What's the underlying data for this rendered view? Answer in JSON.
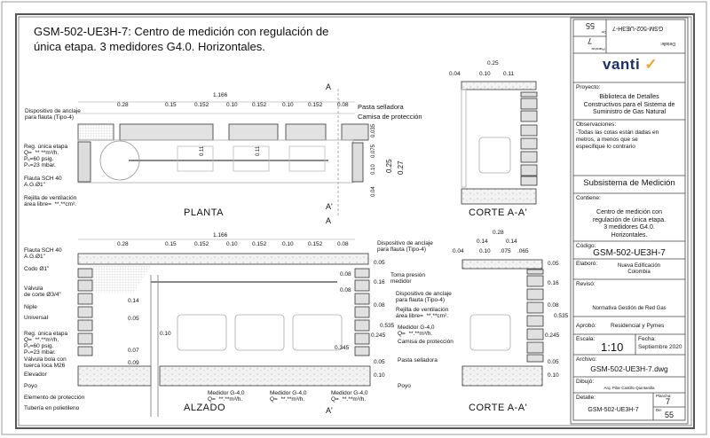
{
  "title": {
    "line1": "GSM-502-UE3H-7: Centro de medición con regulación de",
    "line2": "única etapa. 3 medidores G4.0.  Horizontales."
  },
  "views": {
    "planta": "PLANTA",
    "alzado": "ALZADO",
    "corte_top": "CORTE A-A'",
    "corte_bottom": "CORTE A-A'",
    "section_a": "A",
    "section_a_prime": "A'"
  },
  "planta": {
    "total": "1.166",
    "dims": [
      "0.28",
      "0.15",
      "0.152",
      "0.10",
      "0.152",
      "0.10",
      "0.152",
      "0.08"
    ],
    "inner_dims": [
      "0.11",
      "0.11"
    ],
    "right_dims": [
      "0.035",
      "0.075",
      "0.10",
      "0.04",
      "0.25",
      "0.27"
    ],
    "labels": {
      "anclaje": "Dispositivo de anclaje\npara flauta (Tipo-4)",
      "reg": "Reg. única etapa\nQ=  ** **m³/h.\nPₑ=60 psig.\nPₛ=23 mbar.",
      "flauta": "Flauta SCH 40\nA.G.Ø1\"",
      "rejilla": "Rejilla de ventilación\nárea libre=  **.**cm².",
      "pasta": "Pasta selladora",
      "camisa": "Camisa de protección"
    }
  },
  "alzado": {
    "total": "1.166",
    "dims": [
      "0.28",
      "0.15",
      "0.152",
      "0.10",
      "0.152",
      "0.10",
      "0.152",
      "0.08"
    ],
    "left_dims": [
      "0.14",
      "0.05",
      "0.10",
      "0.07",
      "0.09"
    ],
    "right_dims": [
      "0.05",
      "0.16",
      "0.08",
      "0.535",
      "0.245",
      "0.05",
      "0.10"
    ],
    "inner_dims": [
      "0.08",
      "0.08",
      "0.345"
    ],
    "left_labels": [
      "Flauta SCH 40\nA.G.Ø1\"",
      "Codo Ø1\"",
      "Válvula\nde corte Ø3/4\"",
      "Niple",
      "Universal",
      "Reg. única etapa\nQ=  **.**m³/h.\nPₑ=60 psig.\nPₛ=23 mbar.",
      "Válvula bola con\ntuerca loca M26",
      "Elevador",
      "Poyo",
      "Elemento de protección",
      "Tubería en polietileno"
    ],
    "right_labels": {
      "anclaje_top": "Dispositivo de anclaje\npara flauta (Tipo-4)",
      "toma": "Toma presión\nmedidor",
      "anclaje": "Dispositivo de anclaje\npara flauta (Tipo-4)",
      "rejilla": "Rejilla de ventilación\nárea libre=  **.**cm².",
      "medidor": "Medidor G-4,0\nQ=  **.**m³/h.",
      "camisa": "Camisa de protección",
      "pasta": "Pasta selladora",
      "poyo": "Poyo"
    },
    "meters": [
      "Medidor G-4,0\nQ=  **.**m³/h.",
      "Medidor G-4,0\nQ=  **.**m³/h.",
      "Medidor G-4,0\nQ=  **.**m³/h."
    ]
  },
  "corte_top": {
    "total": "0.25",
    "dims": [
      "0.04",
      "0.10",
      "0.11"
    ]
  },
  "corte_bottom": {
    "total": "0.28",
    "dims_half": [
      "0.14",
      "0.14"
    ],
    "dims": [
      "0.04",
      "0.10",
      ".075",
      ".065"
    ],
    "right_dims": [
      "0.05",
      "0.16",
      "0.08",
      "0.535",
      "0.245",
      "0.05",
      "0.10"
    ]
  },
  "title_block": {
    "top": {
      "de_label": "De:",
      "de": "55",
      "plancha_label": "Plancha:",
      "plancha": "7",
      "detalle_label": "Detalle:",
      "detalle": "GSM-502-UE3H-7"
    },
    "logo": "vanti",
    "proyecto_label": "Proyecto:",
    "proyecto": "Biblioteca de Detalles\nConstructivos para el Sistema de\nSuministro de Gas Natural",
    "observaciones_label": "Observaciones:",
    "observaciones": "-Todas las cotas están dadas en\nmetros, a menos que se\nespecifique lo contrario",
    "subsistema": "Subsistema de Medición",
    "contiene_label": "Contiene:",
    "contiene": "Centro de medición con\nregulación de única etapa.\n3 medidores G4.0.\nHorizontales.",
    "codigo_label": "Código:",
    "codigo": "GSM-502-UE3H-7",
    "elaboro_label": "Elaboró:",
    "elaboro": "Nueva Edificación\nColombia",
    "reviso_label": "Revisó:",
    "reviso": "Normativa Gestión de Red Gas",
    "aprobo_label": "Aprobó:",
    "aprobo": "Residencial y Pymes",
    "escala_label": "Escala:",
    "escala": "1:10",
    "fecha_label": "Fecha:",
    "fecha": "Septiembre 2020",
    "archivo_label": "Archivo:",
    "archivo": "GSM-502-UE3H-7.dwg",
    "dibujo_label": "Dibujó:",
    "dibujo": "Arq. Pilar Castillo Quintanilla",
    "detalle_label": "Detalle:",
    "detalle": "GSM-502-UE3H-7",
    "plancha_label": "Plancha:",
    "plancha": "7",
    "de_label": "De:",
    "de": "55"
  },
  "colors": {
    "brand": "#1c2f6e",
    "check": "#f5a623",
    "hatch": "#d8d8d8"
  }
}
